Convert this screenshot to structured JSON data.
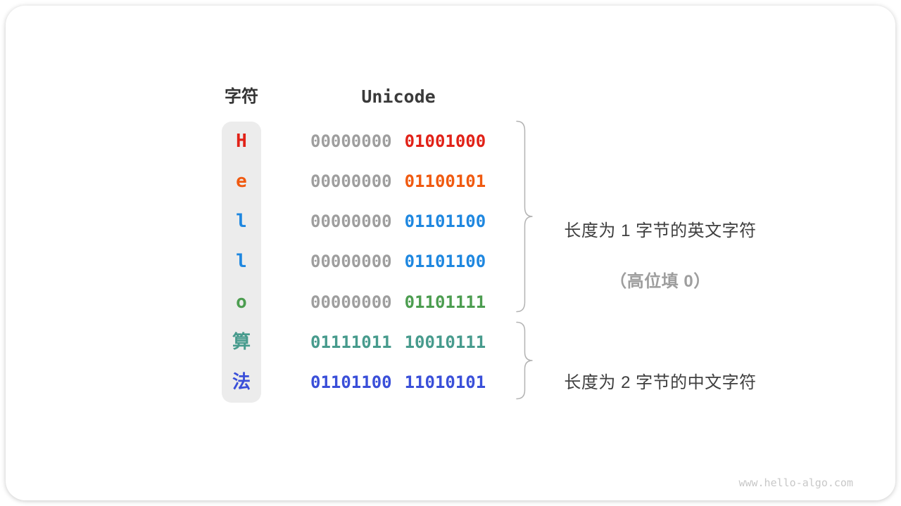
{
  "figure": {
    "header": {
      "char_col": "字符",
      "encoding_col": "Unicode"
    },
    "rows": [
      {
        "char": "H",
        "high_byte": "00000000",
        "low_byte": "01001000",
        "char_color": "#e12218",
        "high_color": "#9e9e9e",
        "low_color": "#e12218"
      },
      {
        "char": "e",
        "high_byte": "00000000",
        "low_byte": "01100101",
        "char_color": "#f05a10",
        "high_color": "#9e9e9e",
        "low_color": "#f05a10"
      },
      {
        "char": "l",
        "high_byte": "00000000",
        "low_byte": "01101100",
        "char_color": "#1e87e0",
        "high_color": "#9e9e9e",
        "low_color": "#1e87e0"
      },
      {
        "char": "l",
        "high_byte": "00000000",
        "low_byte": "01101100",
        "char_color": "#1e87e0",
        "high_color": "#9e9e9e",
        "low_color": "#1e87e0"
      },
      {
        "char": "o",
        "high_byte": "00000000",
        "low_byte": "01101111",
        "char_color": "#4c9d50",
        "high_color": "#9e9e9e",
        "low_color": "#4c9d50"
      },
      {
        "char": "算",
        "high_byte": "01111011",
        "low_byte": "10010111",
        "char_color": "#479b8d",
        "high_color": "#479b8d",
        "low_color": "#479b8d"
      },
      {
        "char": "法",
        "high_byte": "01101100",
        "low_byte": "11010101",
        "char_color": "#3a4fd9",
        "high_color": "#3a4fd9",
        "low_color": "#3a4fd9"
      }
    ],
    "annotations": {
      "english_group_line1": "长度为 1 字节的英文字符",
      "english_group_line2": "（高位填 0）",
      "chinese_group": "长度为 2 字节的中文字符"
    },
    "watermark": "www.hello-algo.com",
    "colors": {
      "column_bg": "#ececec",
      "gray_high_byte": "#9e9e9e",
      "annotation_text": "#3f3f3f",
      "annotation_muted": "#9e9e9e",
      "brace_stroke": "#b3b3b3",
      "header_text": "#333333",
      "watermark_text": "#c8c8c8"
    }
  }
}
